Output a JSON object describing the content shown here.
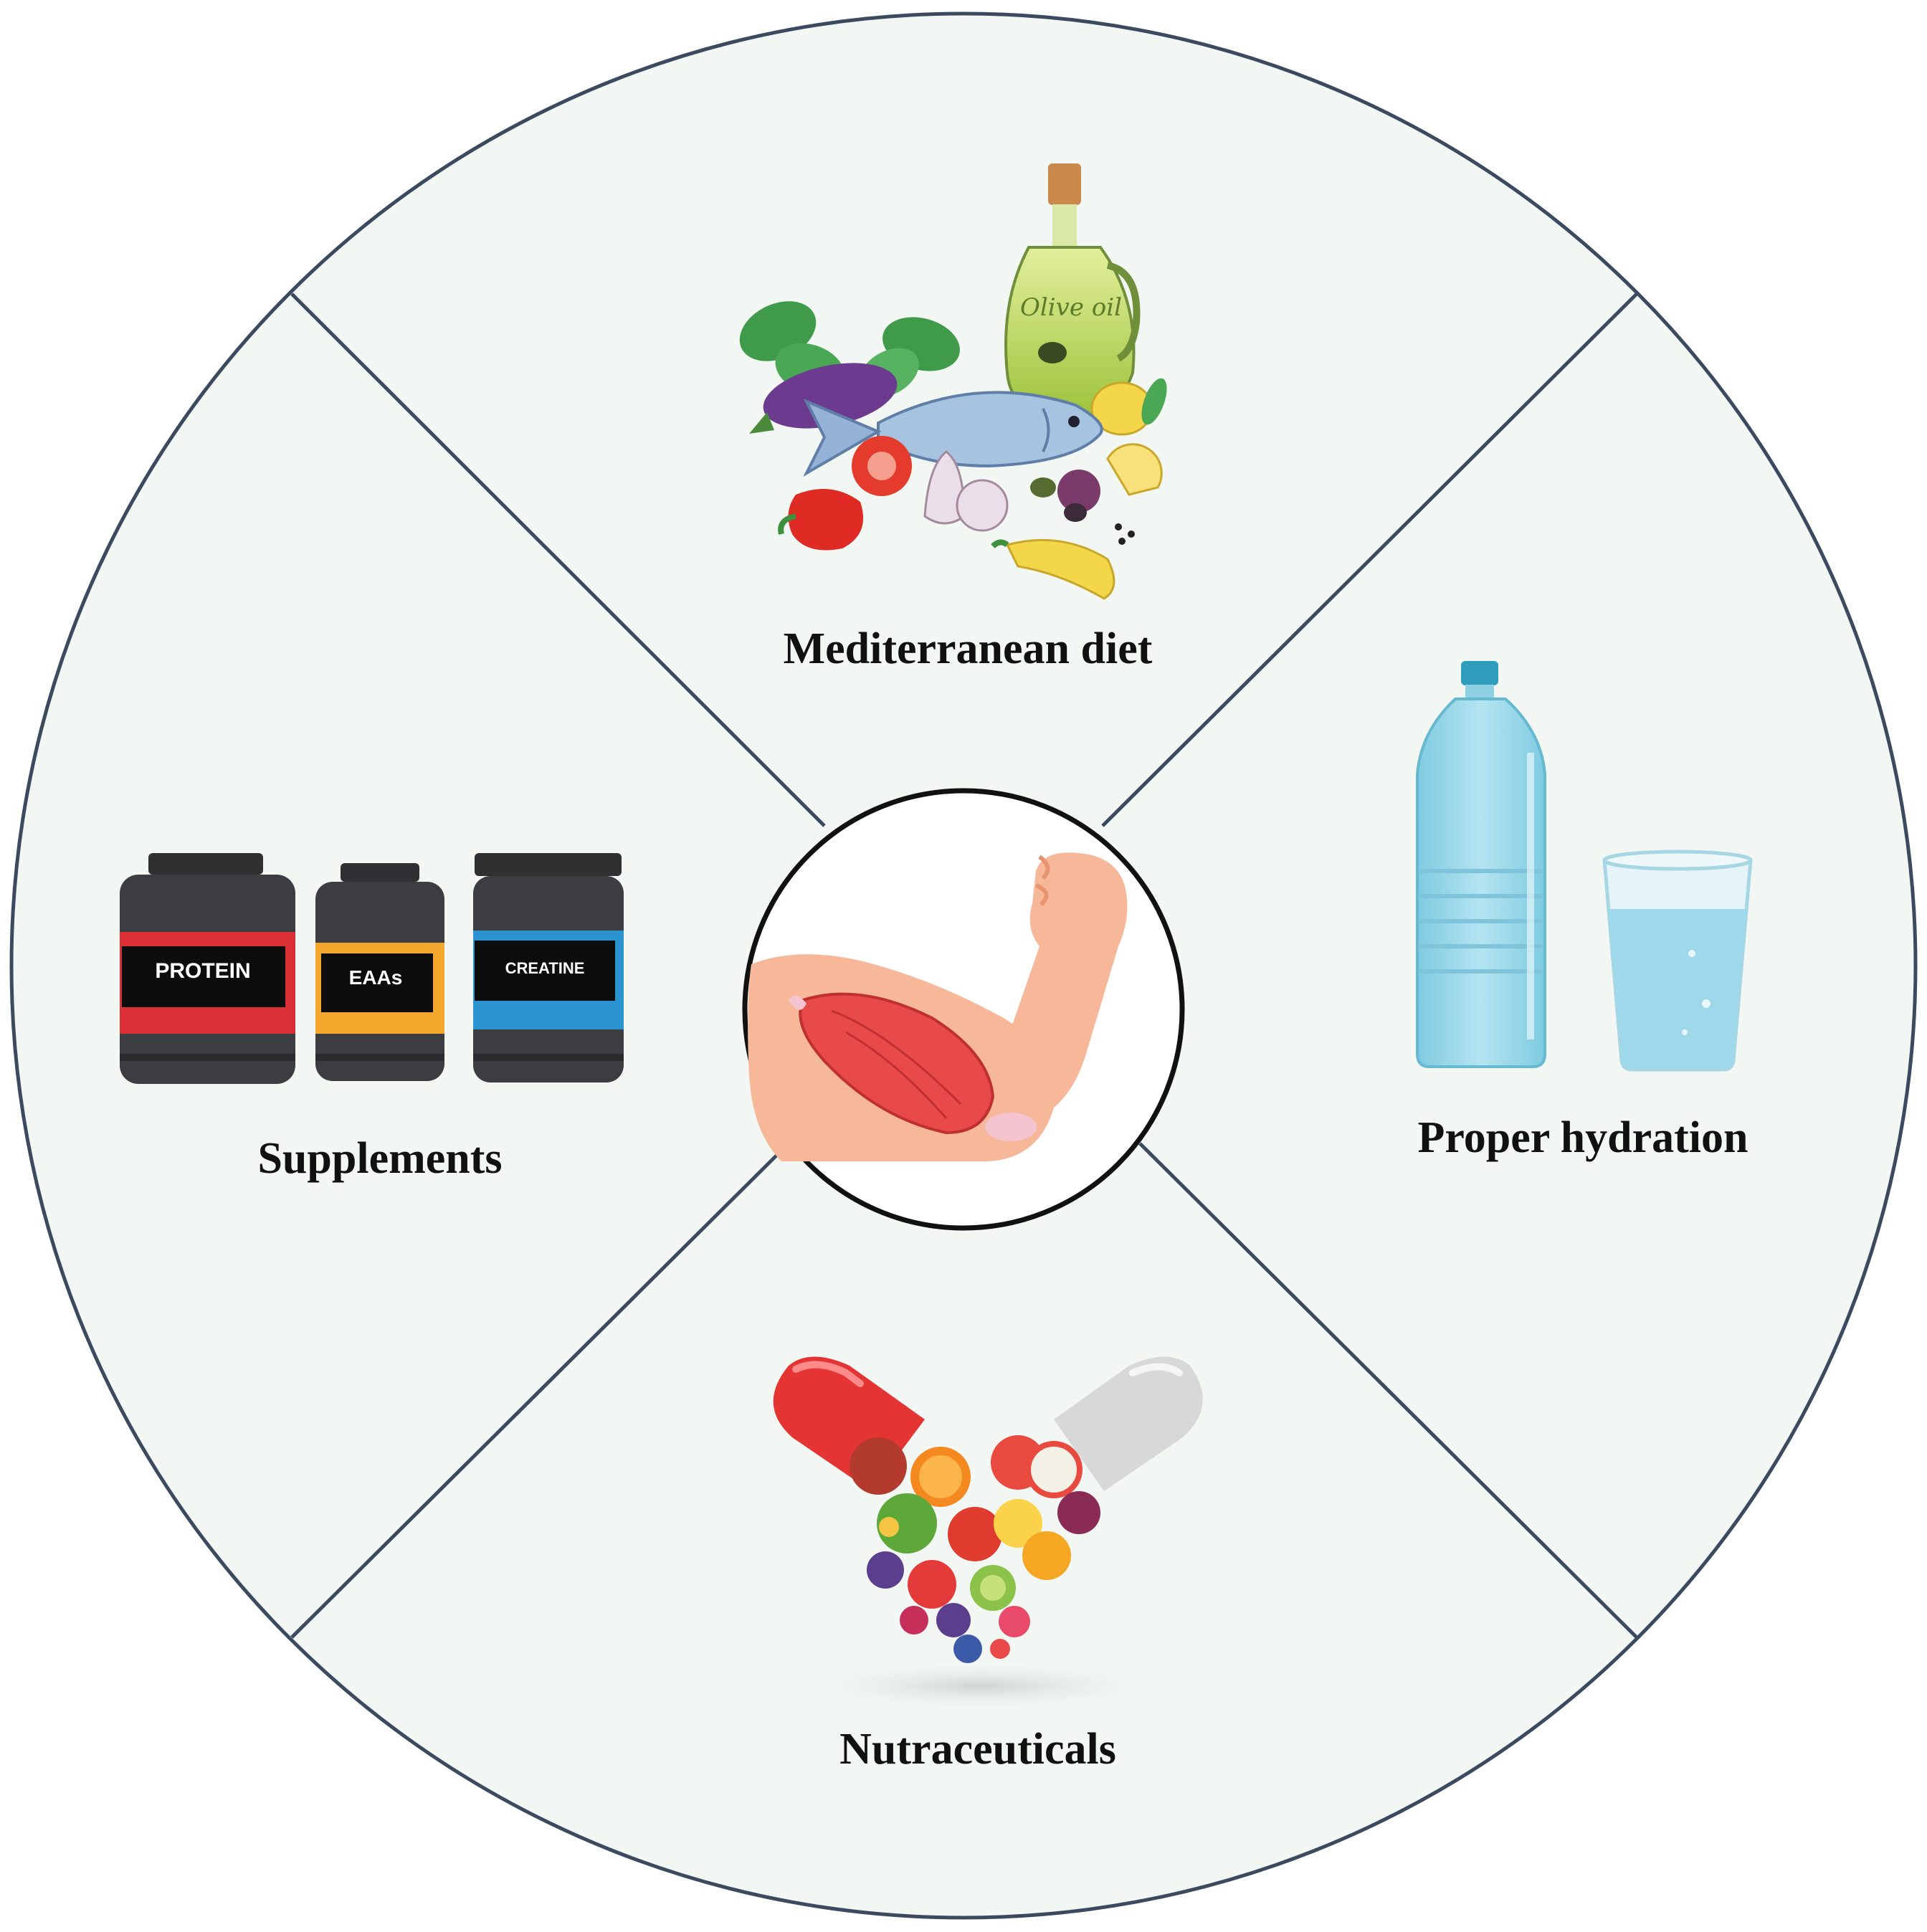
{
  "colors": {
    "wheel_fill": "#f2f7f4",
    "wheel_stroke": "#3c4a60",
    "hub_fill": "#ffffff",
    "hub_stroke": "#111111",
    "skin": "#f7b89a",
    "muscle": "#e84a4a",
    "jar_body": "#3b3d40",
    "protein_band": "#d92f35",
    "eaas_band": "#f3a72c",
    "creatine_band": "#2a93d0",
    "water": "#9fd8ea"
  },
  "center": {
    "icon": "flexed-arm-muscle-icon"
  },
  "sectors": {
    "top": {
      "label": "Mediterranean diet",
      "icon": "mediterranean-food-icon",
      "bottle_text": "Olive oil"
    },
    "right": {
      "label": "Proper hydration",
      "icon": "water-bottle-and-glass-icon"
    },
    "bottom": {
      "label": "Nutraceuticals",
      "icon": "fruit-capsule-icon"
    },
    "left": {
      "label": "Supplements",
      "icon": "supplement-jars-icon",
      "jars": [
        {
          "label": "PROTEIN",
          "band": "#d92f35"
        },
        {
          "label": "EAAs",
          "band": "#f3a72c"
        },
        {
          "label": "CREATINE",
          "band": "#2a93d0"
        }
      ]
    }
  }
}
